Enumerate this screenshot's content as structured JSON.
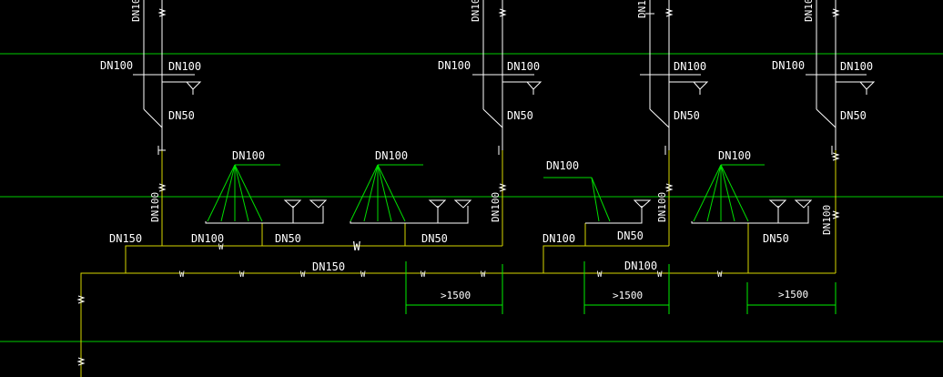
{
  "colors": {
    "background": "#000000",
    "grid_line": "#00cc00",
    "pipe": "#d6d600",
    "branch": "#00dd00",
    "fixture": "#ffffff",
    "dimension": "#00ee00",
    "text": "#ffffff"
  },
  "labels": {
    "dn100": "DN100",
    "dn50": "DN50",
    "dn150": "DN150",
    "dn10": "DN10",
    "dn1": "DN1",
    "w": "W",
    "gt1500": ">1500"
  }
}
